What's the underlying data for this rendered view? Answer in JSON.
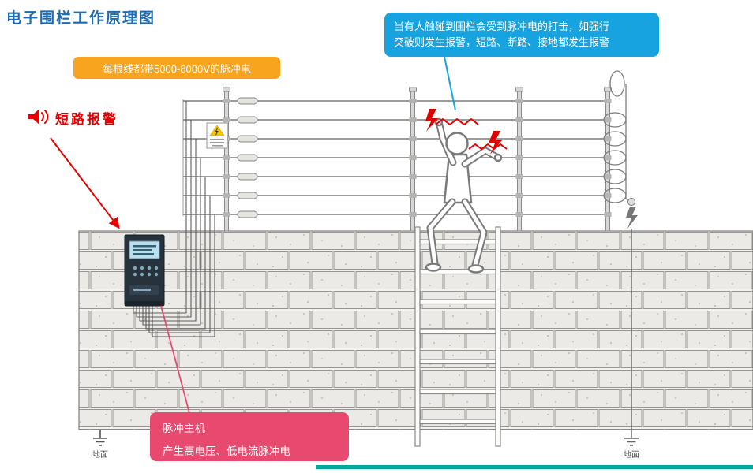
{
  "title": "电子围栏工作原理图",
  "callouts": {
    "wire_voltage": "每根线都带5000-8000V的脉冲电",
    "touch_warning_line1": "当有人触碰到围栏会受到脉冲电的打击，如强行",
    "touch_warning_line2": "突破则发生报警，短路、断路、接地都发生报警",
    "short_circuit_alarm": "短路报警",
    "pulse_host": {
      "title": "脉冲主机",
      "description": "产生高电压、低电流脉冲电"
    }
  },
  "ground_labels": {
    "left": "地面",
    "right": "地面"
  },
  "icons": {
    "alarm": "alarm-horn-icon",
    "warning_sign": "fence-warning-sign",
    "lightning": "lightning-bolt-icon",
    "ground": "ground-symbol"
  },
  "colors": {
    "title_blue": "#1c69b4",
    "label_orange": "#f8a41e",
    "callout_blue": "#17a3e0",
    "alarm_red": "#e60000",
    "pulse_host_pink": "#e84a6f",
    "accent_teal": "#00a99e",
    "lightning_red": "#e00000",
    "diagram_gray": "#8a8a8a"
  }
}
